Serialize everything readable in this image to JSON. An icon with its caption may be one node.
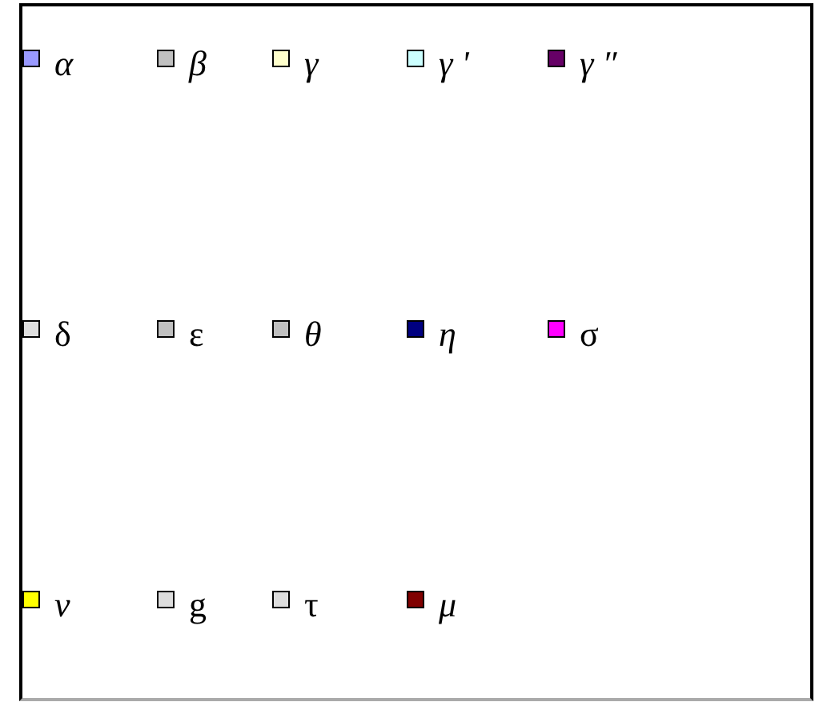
{
  "diagram": {
    "legend": [
      {
        "text": "α",
        "color": "#9999ff"
      },
      {
        "text": "β",
        "color": "#c0c0c0"
      },
      {
        "text": "γ",
        "color": "#ffffcc"
      },
      {
        "text": "γ '",
        "color": "#ccffff"
      },
      {
        "text": "γ ″",
        "color": "#660066"
      },
      {
        "text": "δ",
        "color": "#dddddd"
      },
      {
        "text": "ε",
        "color": "#c0c0c0"
      },
      {
        "text": "θ",
        "color": "#c0c0c0"
      },
      {
        "text": "η",
        "color": "#000080"
      },
      {
        "text": "σ",
        "color": "#ff00ff"
      },
      {
        "text": "ν",
        "color": "#ffff00"
      },
      {
        "text": "g",
        "color": "#dddddd"
      },
      {
        "text": "τ",
        "color": "#dddddd"
      },
      {
        "text": "μ",
        "color": "#800000"
      }
    ]
  }
}
